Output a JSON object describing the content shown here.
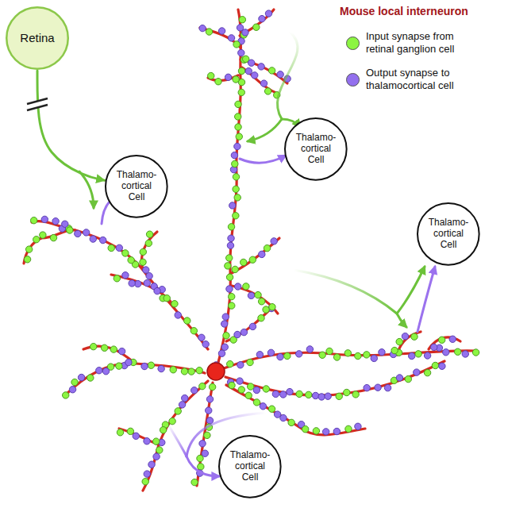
{
  "diagram": {
    "title": "Mouse local interneuron",
    "nodes": [
      {
        "text": [
          "Retina"
        ]
      },
      {
        "text": [
          "Thalamo-cortical Cell"
        ]
      },
      {
        "text": [
          "Thalamo-cortical Cell"
        ]
      },
      {
        "text": [
          "Thalamo-cortical Cell"
        ]
      },
      {
        "text": [
          "Thalamo-cortical Cell"
        ]
      }
    ],
    "edges": [
      {
        "from": 0,
        "to": 2,
        "arrow": "to"
      }
    ],
    "legend": [
      {
        "text": "Input synapse from retinal ganglion cell",
        "color": "#8cf542"
      },
      {
        "text": "Output synapse to thalamocortical cell",
        "color": "#9370ee"
      }
    ]
  }
}
